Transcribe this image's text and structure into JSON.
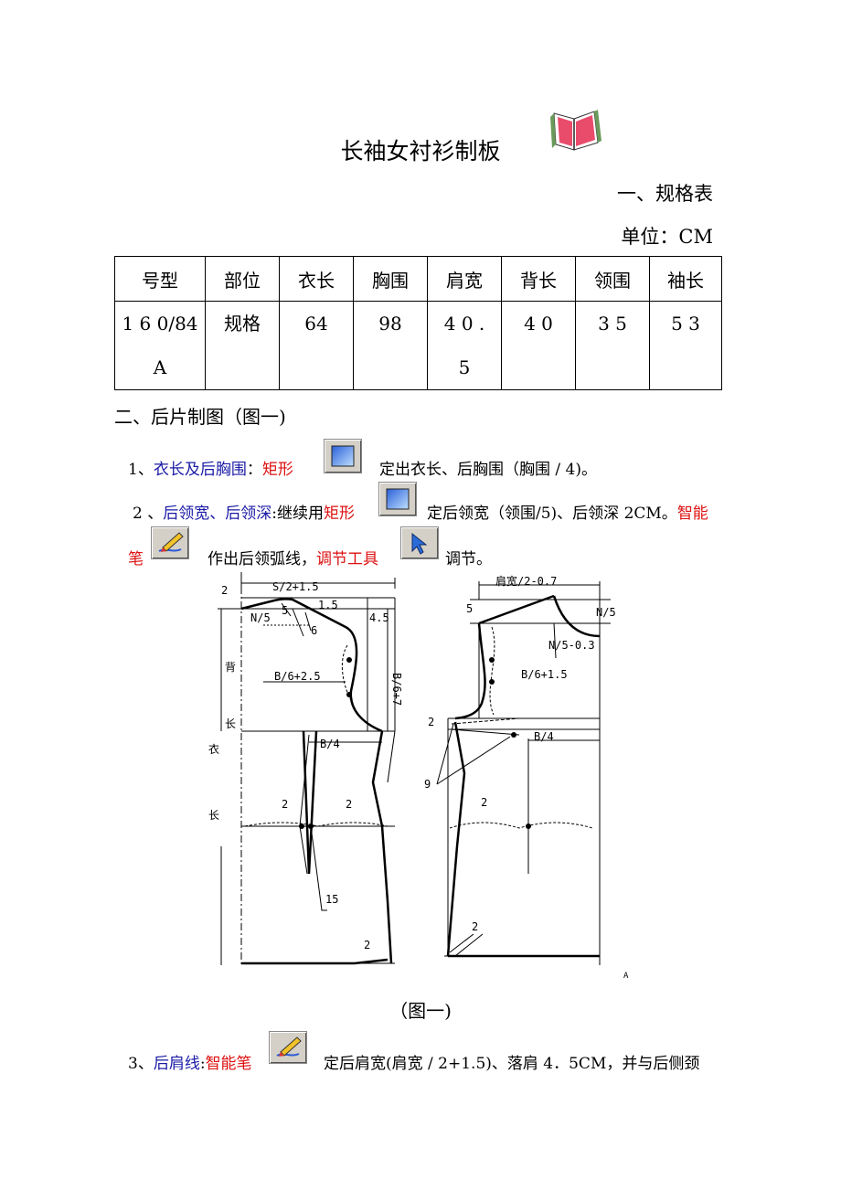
{
  "doc": {
    "title": "长袖女衬衫制板",
    "section1": "一、规格表",
    "unit": "单位：CM",
    "table": {
      "headers": [
        "号型",
        "部位",
        "衣长",
        "胸围",
        "肩宽",
        "背长",
        "领围",
        "袖长"
      ],
      "row_lines": [
        [
          "1 6 0/84",
          "A"
        ],
        [
          "规格"
        ],
        [
          "64"
        ],
        [
          "98"
        ],
        [
          "4 0 .",
          "5"
        ],
        [
          "4 0"
        ],
        [
          "3 5"
        ],
        [
          "5 3"
        ]
      ]
    },
    "section2": "二、后片制图（图一)",
    "step1": {
      "num": "1、",
      "name": "衣长及后胸围",
      "colon": "：",
      "tool": "矩形",
      "desc": "定出衣长、后胸围（胸围 / 4)。"
    },
    "step2": {
      "num": "2 、",
      "name": "后领宽、后领深",
      "colon": ":继续用",
      "tool": "矩形",
      "desc": "定后领宽（领围/5)、后领深 2CM。",
      "tool2a": "智能",
      "tool2b": "笔",
      "desc2": "作出后领弧线，",
      "tool3": "调节工具",
      "desc3": "调节。"
    },
    "figure": {
      "labels": {
        "s2": "S/2+1.5",
        "n5": "N/5",
        "v5": "5",
        "v15": "1.5",
        "v6": "6",
        "v45": "4.5",
        "b6": "B/6+7",
        "bei": "背",
        "chang": "长",
        "yi": "衣",
        "chang2": "长",
        "b625": "B/6+2.5",
        "b4": "B/4",
        "two": "2",
        "fifteen": "15",
        "jk": "肩宽/2-0.7",
        "r5": "5",
        "rn5": "N/5",
        "n503": "N/5-0.3",
        "b615": "B/6+1.5",
        "rb4": "B/4",
        "nine": "9",
        "a": "A"
      },
      "caption": "（图一)"
    },
    "step3": {
      "num": "3、",
      "name": "后肩线",
      "colon": ":",
      "tool": "智能笔",
      "desc": "定后肩宽(肩宽 / 2+1.5)、落肩 4．5CM，并与后侧颈"
    }
  }
}
